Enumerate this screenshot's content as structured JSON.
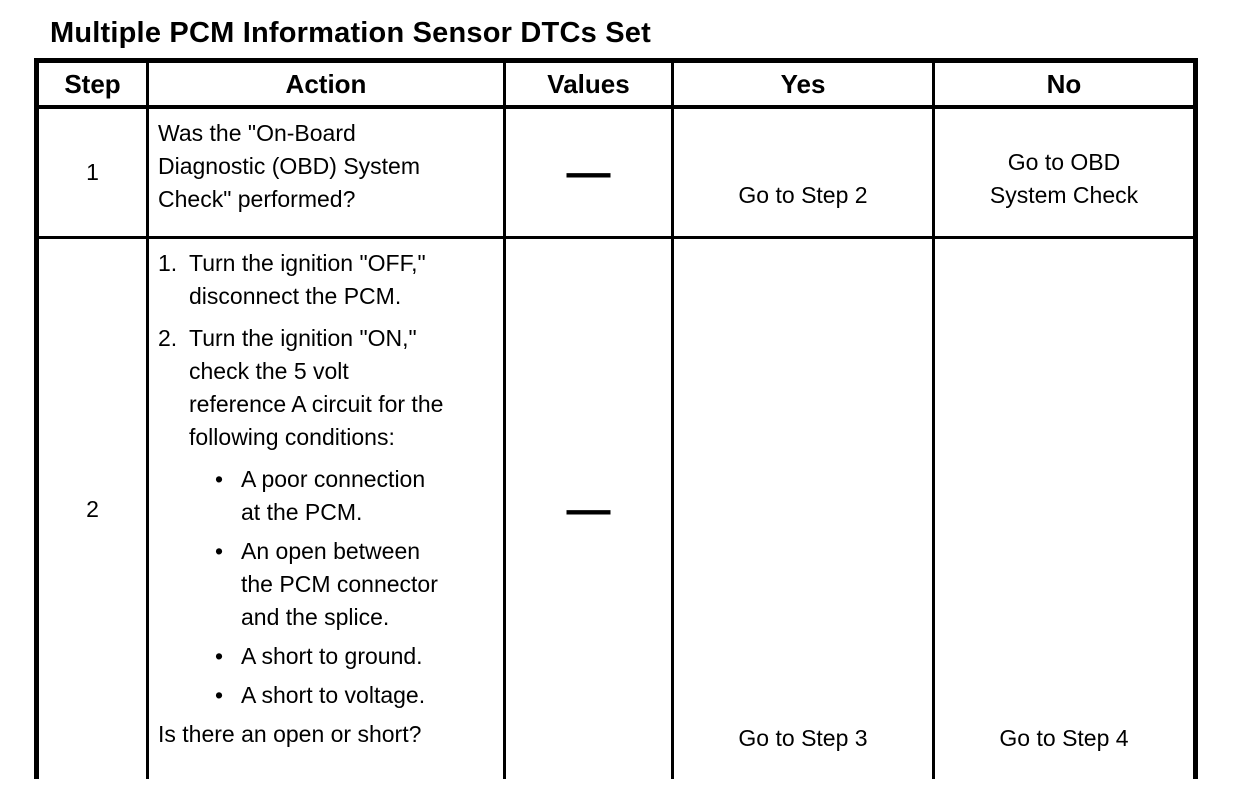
{
  "title": "Multiple PCM Information Sensor DTCs Set",
  "table": {
    "bullet_char": "•",
    "headers": [
      "Step",
      "Action",
      "Values",
      "Yes",
      "No"
    ],
    "rows": [
      {
        "step": "1",
        "action_question": "Was the \"On-Board Diagnostic (OBD) System Check\" performed?",
        "values": "—",
        "yes": "Go to Step 2",
        "no": "Go to OBD System Check"
      },
      {
        "step": "2",
        "action_items": [
          {
            "num": "1.",
            "text": "Turn the ignition \"OFF,\" disconnect the PCM."
          },
          {
            "num": "2.",
            "text": "Turn the ignition \"ON,\" check the 5 volt reference A circuit for the following conditions:"
          }
        ],
        "action_bullets": [
          "A poor connection at the PCM.",
          "An open between the PCM connector and the splice.",
          "A short to ground.",
          "A short to voltage."
        ],
        "action_question": "Is there an open or short?",
        "values": "—",
        "yes": "Go to Step 3",
        "no": "Go to Step 4"
      }
    ]
  }
}
